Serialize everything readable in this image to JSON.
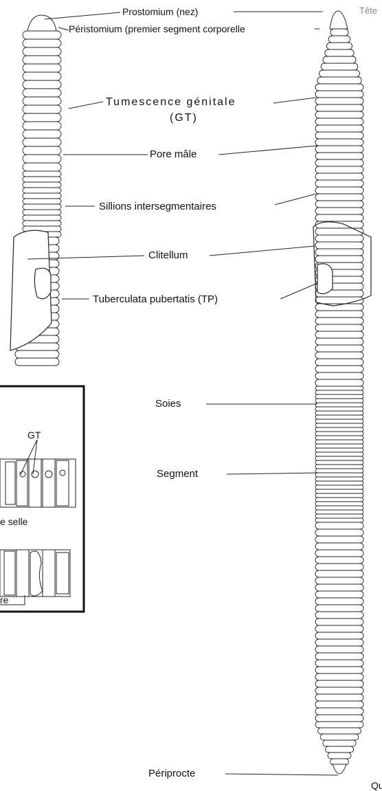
{
  "labels": {
    "prostomium": "Prostomium (nez)",
    "peristomium": "Péristomium (premier segment corporelle",
    "tete": "Tête",
    "tumescence_line1": "Tumescence génitale",
    "tumescence_line2": "(GT)",
    "pore_male": "Pore mâle",
    "sillons": "Sillions intersegmentaires",
    "clitellum": "Clitellum",
    "tuberculata": "Tuberculata pubertatis (TP)",
    "soies": "Soies",
    "segment": "Segment",
    "periprocte": "Périprocte",
    "queue": "Qu"
  },
  "inset": {
    "gt_label": "GT",
    "selle_label": "e selle",
    "bottom_label": "re"
  },
  "colors": {
    "line": "#222222",
    "segment_fill": "#ffffff",
    "grey_text": "#888888"
  }
}
